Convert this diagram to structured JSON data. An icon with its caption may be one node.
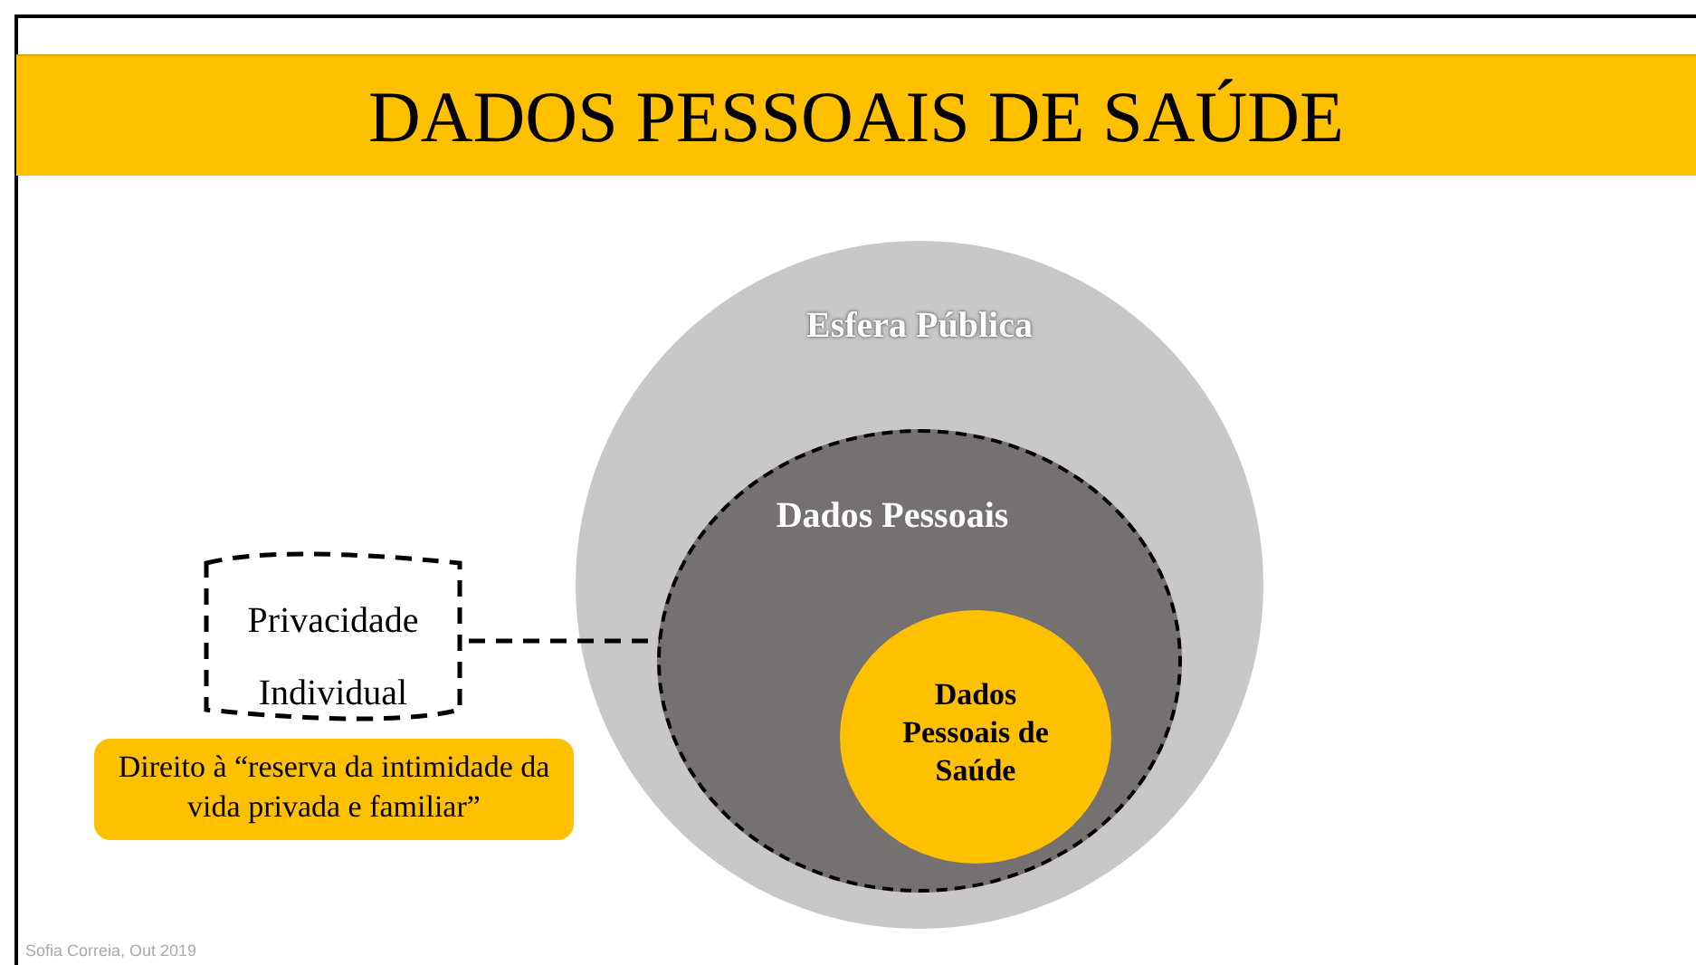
{
  "diagram": {
    "title": "DADOS PESSOAIS DE SAÚDE",
    "nodes": [
      {
        "text": [
          "Esfera Pública"
        ]
      },
      {
        "text": [
          "Dados Pessoais"
        ],
        "in": 0
      },
      {
        "text": [
          "Dados Pessoais de Saúde"
        ],
        "in": 1
      },
      {
        "text": [
          "Privacidade Individual"
        ]
      },
      {
        "text": [
          "Direito à “reserva da intimidade da vida privada e familiar”"
        ]
      }
    ],
    "edges": [
      {
        "from": 3,
        "to": 1,
        "arrow": "none",
        "style": "dashed"
      }
    ],
    "labels": [
      "Sofia Correia, Out 2019"
    ]
  }
}
